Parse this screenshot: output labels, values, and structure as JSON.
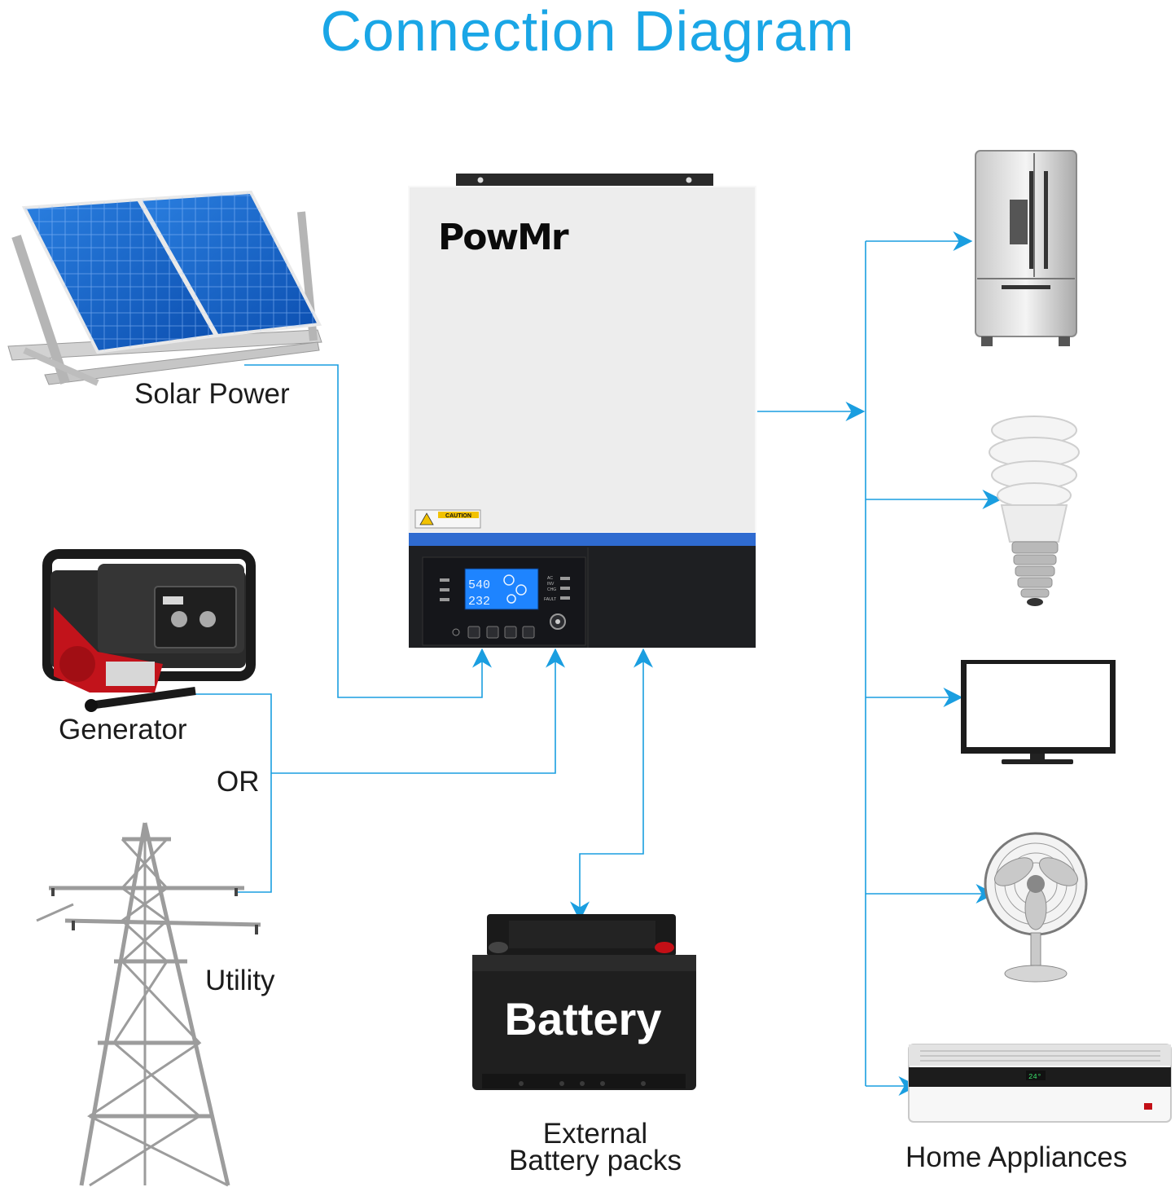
{
  "title": "Connection Diagram",
  "labels": {
    "solar": "Solar Power",
    "generator": "Generator",
    "or": "OR",
    "utility": "Utility",
    "battery_text": "Battery",
    "external_line1": "External",
    "external_line2": "Battery packs",
    "home_appliances": "Home Appliances"
  },
  "inverter": {
    "brand": "PowMr",
    "caution": "CAUTION",
    "lcd_line1": "540",
    "lcd_line2": "232",
    "indicators": [
      "AC",
      "INV",
      "CHG",
      "FAULT"
    ]
  },
  "ac_display": "24°",
  "colors": {
    "title": "#1aa6e6",
    "connector": "#1a9ee0",
    "inverter_body": "#ececec",
    "inverter_panel": "#1e1f22",
    "inverter_stripe": "#2f6bd0",
    "battery": "#1f1f1f"
  },
  "icons": [
    "solar-panel-icon",
    "generator-icon",
    "utility-tower-icon",
    "inverter-icon",
    "battery-icon",
    "refrigerator-icon",
    "light-bulb-icon",
    "television-icon",
    "fan-icon",
    "air-conditioner-icon"
  ]
}
